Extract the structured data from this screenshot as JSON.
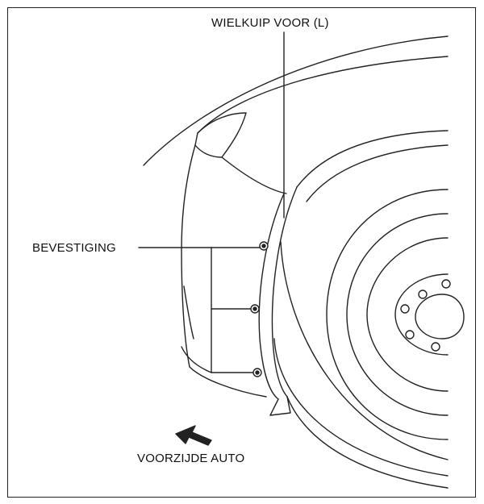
{
  "labels": {
    "fender_liner": "WIELKUIP VOOR (L)",
    "fastener": "BEVESTIGING",
    "vehicle_front": "VOORZIJDE AUTO"
  },
  "style": {
    "line_color": "#222222",
    "background": "#ffffff"
  }
}
